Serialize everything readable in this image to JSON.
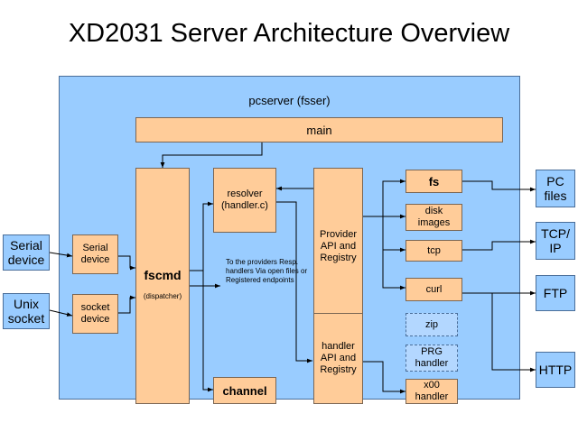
{
  "title": "XD2031 Server Architecture Overview",
  "server": {
    "label": "pcserver (fsser)"
  },
  "boxes": {
    "main": "main",
    "fscmd": "fscmd",
    "fscmd_sub": "(dispatcher)",
    "serial_device": "Serial device",
    "socket_device": "socket device",
    "resolver_line1": "resolver",
    "resolver_line2": "(handler.c)",
    "provider_api": "Provider API and Registry",
    "handler_api": "handler API and Registry",
    "fs": "fs",
    "disk_images": "disk images",
    "tcp": "tcp",
    "curl": "curl",
    "zip": "zip",
    "prg_handler": "PRG handler",
    "x00_handler": "x00 handler",
    "channel": "channel"
  },
  "note": "To the providers Resp. handlers Via open files or Registered endpoints",
  "external": {
    "serial_device": "Serial device",
    "unix_socket": "Unix socket",
    "pc_files": "PC files",
    "tcp_ip": "TCP/ IP",
    "ftp": "FTP",
    "http": "HTTP"
  },
  "colors": {
    "server_bg": "#99ccff",
    "component_bg": "#ffcc99",
    "external_bg": "#99ccff"
  }
}
